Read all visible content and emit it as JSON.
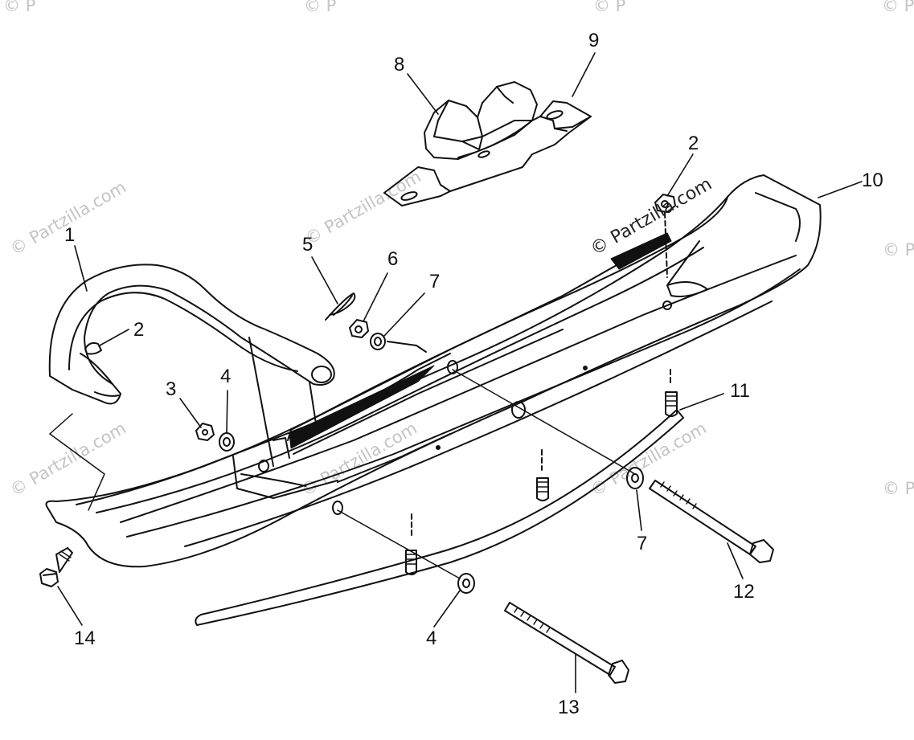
{
  "watermark": {
    "text": "© Partzilla.com",
    "corner_text": "© P"
  },
  "colors": {
    "line": "#111111",
    "watermark": "#c4c4c4",
    "background": "#ffffff"
  },
  "callouts": [
    {
      "id": "c1",
      "label": "1"
    },
    {
      "id": "c2a",
      "label": "2"
    },
    {
      "id": "c2b",
      "label": "2"
    },
    {
      "id": "c3",
      "label": "3"
    },
    {
      "id": "c4a",
      "label": "4"
    },
    {
      "id": "c4b",
      "label": "4"
    },
    {
      "id": "c5",
      "label": "5"
    },
    {
      "id": "c6",
      "label": "6"
    },
    {
      "id": "c7a",
      "label": "7"
    },
    {
      "id": "c7b",
      "label": "7"
    },
    {
      "id": "c8",
      "label": "8"
    },
    {
      "id": "c9",
      "label": "9"
    },
    {
      "id": "c10",
      "label": "10"
    },
    {
      "id": "c11",
      "label": "11"
    },
    {
      "id": "c12",
      "label": "12"
    },
    {
      "id": "c13",
      "label": "13"
    },
    {
      "id": "c14",
      "label": "14"
    }
  ]
}
